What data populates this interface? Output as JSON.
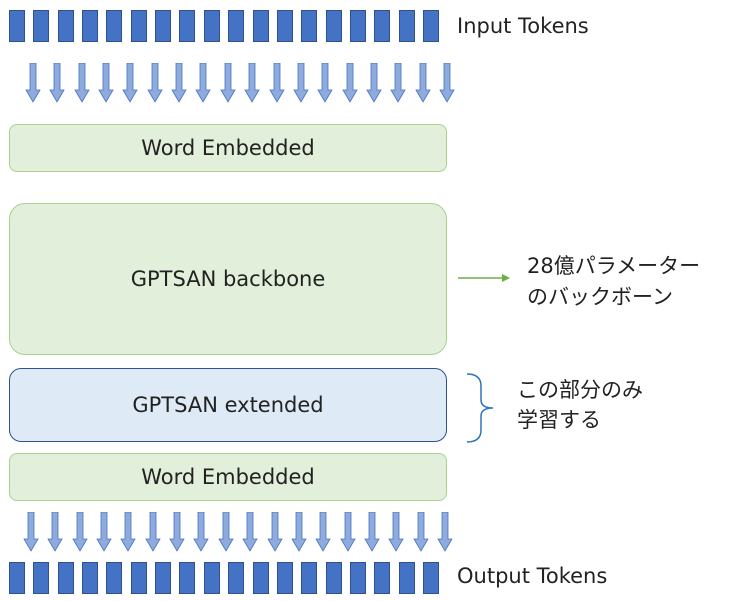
{
  "input_tokens_label": "Input Tokens",
  "output_tokens_label": "Output Tokens",
  "word_embedded_top": "Word Embedded",
  "backbone_label": "GPTSAN backbone",
  "extended_label": "GPTSAN extended",
  "word_embedded_bottom": "Word Embedded",
  "backbone_note": [
    "28億パラメーター",
    "のバックボーン"
  ],
  "extended_note": [
    "この部分のみ",
    "学習する"
  ],
  "token_count": 18,
  "colors": {
    "token": "#4472c4",
    "arrow": "#8faadc",
    "green_box": "#e2efda",
    "green_border": "#a9d18e",
    "blue_box": "#deebf7",
    "blue_border": "#2f528f",
    "pointer_arrow": "#70ad47",
    "brace": "#2e75b6"
  }
}
